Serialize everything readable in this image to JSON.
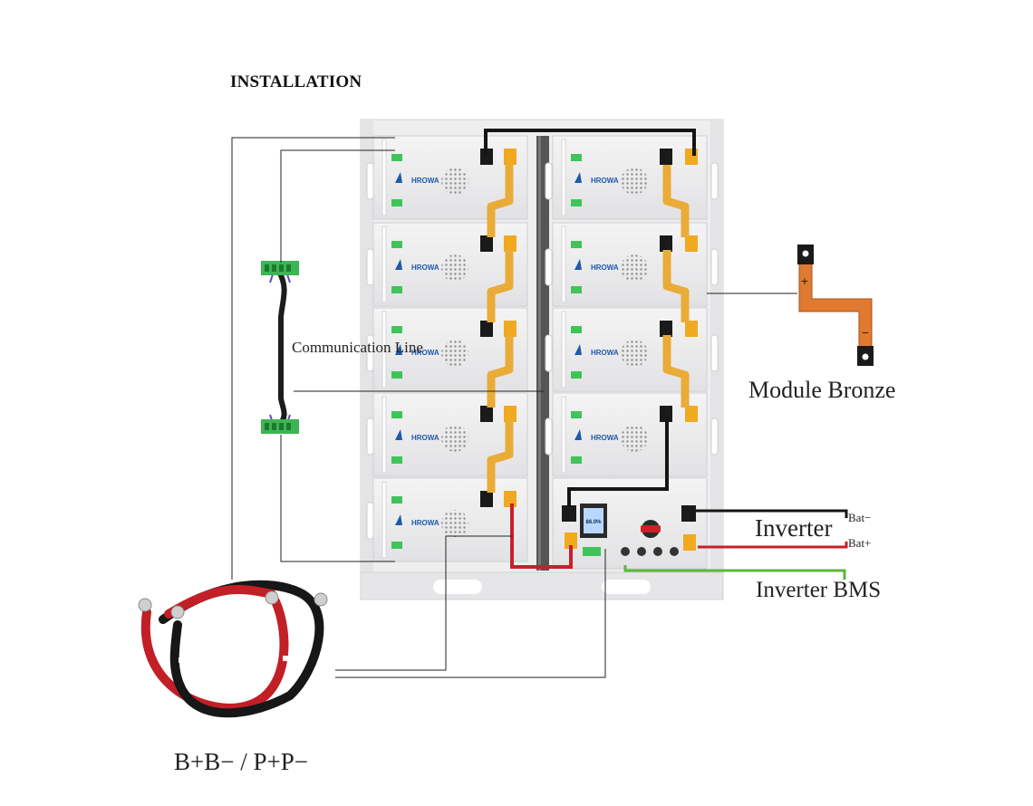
{
  "title": "INSTALLATION",
  "labels": {
    "communication_line": "Communication Line",
    "module_bronze": "Module Bronze",
    "inverter": "Inverter",
    "bat_minus": "Bat−",
    "bat_plus": "Bat+",
    "inverter_bms": "Inverter BMS",
    "cables": "B+B− / P+P−"
  },
  "module": {
    "brand": "HROWA"
  },
  "display": {
    "soc": "86.0%"
  },
  "bronze_marks": {
    "plus": "+",
    "minus": "−"
  },
  "colors": {
    "positive_wire": "#c8202a",
    "negative_wire": "#151515",
    "bms_wire": "#5cb83a",
    "busbar": "#e9ac38",
    "connector_green": "#3fc45a",
    "rack": "#e9e9ea",
    "bronze": "#e07a30"
  }
}
